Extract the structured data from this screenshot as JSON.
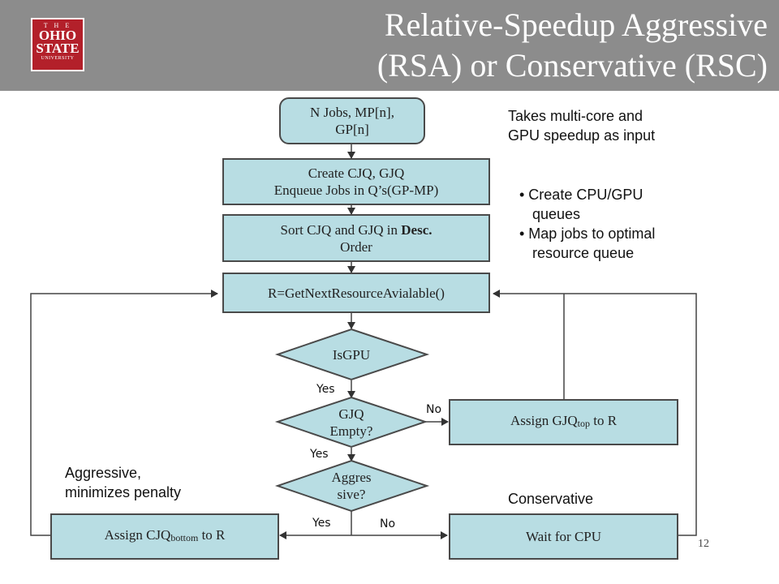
{
  "header": {
    "title_line1": "Relative-Speedup Aggressive",
    "title_line2": "(RSA) or Conservative (RSC)",
    "logo": {
      "the": "T H E",
      "line1": "OHIO",
      "line2": "STATE",
      "line3": "UNIVERSITY"
    }
  },
  "flowchart": {
    "start": {
      "line1": "N Jobs, MP[n],",
      "line2": "GP[n]"
    },
    "create": {
      "line1": "Create CJQ, GJQ",
      "line2": "Enqueue Jobs in Q’s(GP-MP)"
    },
    "sort": {
      "line1a": "Sort CJQ and GJQ in ",
      "line1b": "Desc.",
      "line2": "Order"
    },
    "getnext": "R=GetNextResourceAvialable()",
    "isgpu": "IsGPU",
    "gjq_empty": {
      "line1": "GJQ",
      "line2": "Empty?"
    },
    "aggressive_q": {
      "line1": "Aggres",
      "line2": "sive?"
    },
    "assign_gjq": {
      "prefix": "Assign GJQ",
      "sub": "top",
      "suffix": " to R"
    },
    "assign_cjq": {
      "prefix": "Assign CJQ",
      "sub": "bottom",
      "suffix": " to R"
    },
    "wait_cpu": "Wait for CPU",
    "labels": {
      "yes_isgpu": "Yes",
      "no_gjq": "No",
      "yes_gjq": "Yes",
      "yes_aggr": "Yes",
      "no_aggr": "No"
    }
  },
  "notes": {
    "speedup_line1": "Takes multi-core and",
    "speedup_line2": "GPU speedup as input",
    "bullet1_line1": "• Create CPU/GPU",
    "bullet1_line2": "queues",
    "bullet2_line1": "• Map jobs to optimal",
    "bullet2_line2": "resource queue",
    "aggressive_line1": "Aggressive,",
    "aggressive_line2": "minimizes penalty",
    "conservative": "Conservative"
  },
  "page_number": "12"
}
